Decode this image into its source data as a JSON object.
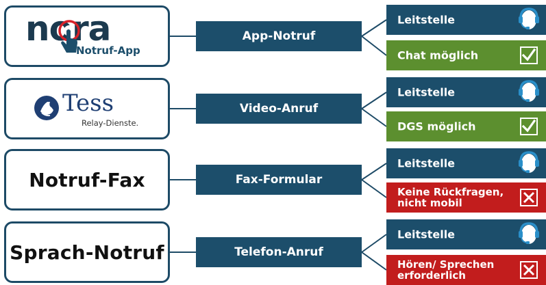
{
  "rows": [
    {
      "source": {
        "kind": "logo",
        "logo": "nora",
        "text": "nora",
        "subtext": "Notruf-App"
      },
      "channel": "App-Notruf",
      "outputs": [
        {
          "label": "Leitstelle",
          "style": "blue",
          "icon": "headset-icon"
        },
        {
          "label": "Chat möglich",
          "style": "green",
          "icon": "check-icon"
        }
      ]
    },
    {
      "source": {
        "kind": "logo",
        "logo": "tess",
        "text": "Tess",
        "subtext": "Relay-Dienste."
      },
      "channel": "Video-Anruf",
      "outputs": [
        {
          "label": "Leitstelle",
          "style": "blue",
          "icon": "headset-icon"
        },
        {
          "label": "DGS möglich",
          "style": "green",
          "icon": "check-icon"
        }
      ]
    },
    {
      "source": {
        "kind": "text",
        "text": "Notruf-Fax"
      },
      "channel": "Fax-Formular",
      "outputs": [
        {
          "label": "Leitstelle",
          "style": "blue",
          "icon": "headset-icon"
        },
        {
          "label": "Keine Rückfragen,",
          "label2": "nicht mobil",
          "style": "red",
          "icon": "cross-icon"
        }
      ]
    },
    {
      "source": {
        "kind": "text",
        "text": "Sprach-Notruf"
      },
      "channel": "Telefon-Anruf",
      "outputs": [
        {
          "label": "Leitstelle",
          "style": "blue",
          "icon": "headset-icon"
        },
        {
          "label": "Hören/ Sprechen",
          "label2": "erforderlich",
          "style": "red",
          "icon": "cross-icon"
        }
      ]
    }
  ],
  "colors": {
    "blue": "#1c4e6b",
    "green": "#5c8f2f",
    "red": "#c21d1d",
    "line": "#1d4a66"
  }
}
